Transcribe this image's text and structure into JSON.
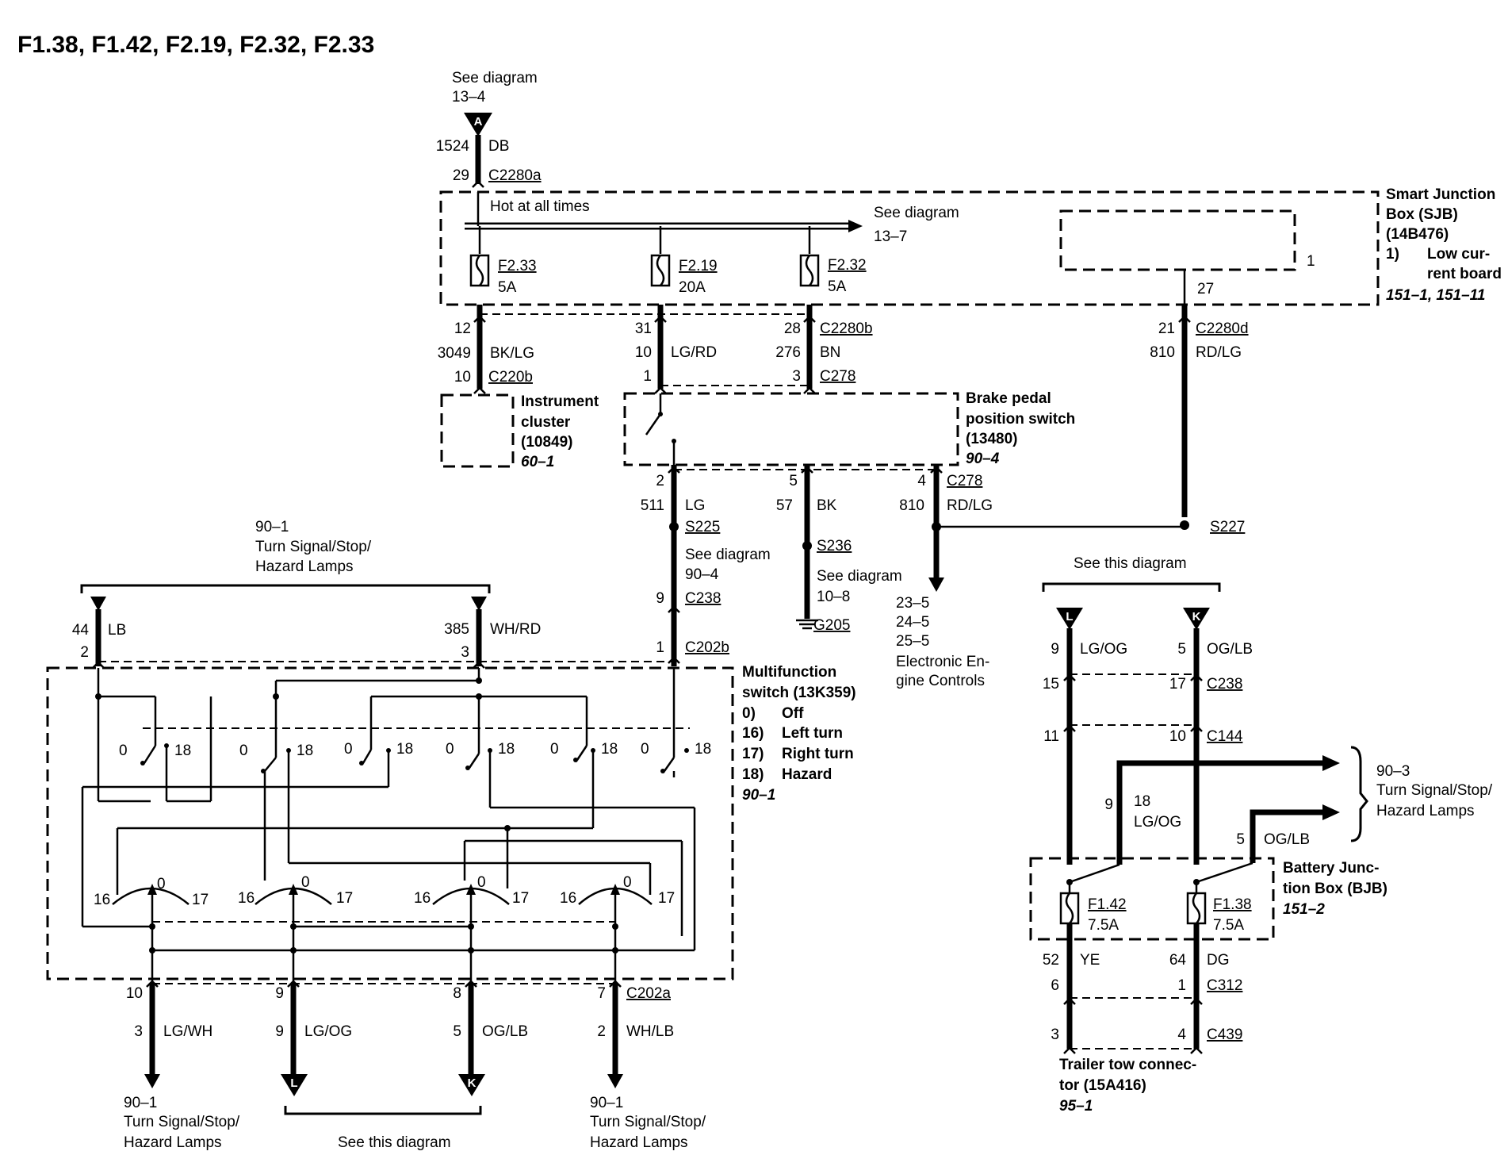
{
  "title": "F1.38, F1.42, F2.19, F2.32, F2.33",
  "top": {
    "see": "See diagram",
    "ref": "13–4",
    "arrow": "A",
    "circuit": "1524",
    "color": "DB",
    "pin": "29",
    "connector": "C2280a"
  },
  "sjb": {
    "hot": "Hot at all times",
    "see": "See diagram",
    "ref": "13–7",
    "name1": "Smart Junction",
    "name2": "Box (SJB)",
    "name3": "(14B476)",
    "note_num": "1)",
    "note1": "Low cur-",
    "note2": "rent board",
    "refs": "151–1, 151–11",
    "board_pin": "1",
    "pin27": "27"
  },
  "fuses": {
    "f233": {
      "name": "F2.33",
      "amp": "5A"
    },
    "f219": {
      "name": "F2.19",
      "amp": "20A"
    },
    "f232": {
      "name": "F2.32",
      "amp": "5A"
    }
  },
  "c2280": {
    "p12": "12",
    "p31": "31",
    "p28": "28",
    "b": "C2280b",
    "p21": "21",
    "d": "C2280d"
  },
  "wires": {
    "w3049": "3049",
    "bklg": "BK/LG",
    "w10": "10",
    "lgrd": "LG/RD",
    "w276": "276",
    "bn": "BN",
    "w810": "810",
    "rdlg": "RD/LG"
  },
  "c220": {
    "pin": "10",
    "name": "C220b"
  },
  "c278": {
    "p1": "1",
    "p3": "3",
    "name": "C278"
  },
  "cluster": {
    "l1": "Instrument",
    "l2": "cluster",
    "l3": "(10849)",
    "ref": "60–1"
  },
  "brake": {
    "l1": "Brake pedal",
    "l2": "position switch",
    "l3": "(13480)",
    "ref": "90–4"
  },
  "below_brake": {
    "p2": "2",
    "p5": "5",
    "p4": "4",
    "conn": "C278",
    "w511": "511",
    "lg": "LG",
    "w57": "57",
    "bk": "BK",
    "w810": "810",
    "rdlg": "RD/LG",
    "s225": "S225",
    "see1": "See diagram",
    "ref1": "90–4",
    "s236": "S236",
    "see2": "See diagram",
    "ref2": "10–8",
    "g205": "G205",
    "s227": "S227",
    "p9": "9",
    "c238": "C238",
    "p1": "1",
    "c202b": "C202b",
    "eec": [
      "23–5",
      "24–5",
      "25–5",
      "Electronic En-",
      "gine Controls"
    ]
  },
  "left_top": {
    "ref": "90–1",
    "l1": "Turn Signal/Stop/",
    "l2": "Hazard Lamps",
    "w44": "44",
    "lb": "LB",
    "p2": "2",
    "w385": "385",
    "whrd": "WH/RD",
    "p3": "3"
  },
  "mfs": {
    "l1": "Multifunction",
    "l2": "switch (13K359)",
    "legend": [
      {
        "k": "0)",
        "v": "Off"
      },
      {
        "k": "16)",
        "v": "Left turn"
      },
      {
        "k": "17)",
        "v": "Right turn"
      },
      {
        "k": "18)",
        "v": "Hazard"
      }
    ],
    "ref": "90–1",
    "zero": "0",
    "eighteen": "18",
    "sixteen": "16",
    "seventeen": "17"
  },
  "bottom": {
    "c202a": "C202a",
    "pins": [
      "10",
      "9",
      "8",
      "7"
    ],
    "circ": [
      "3",
      "9",
      "5",
      "2"
    ],
    "colors": [
      "LG/WH",
      "LG/OG",
      "OG/LB",
      "WH/LB"
    ],
    "arrow_l": "L",
    "arrow_k": "K",
    "ref": "90–1",
    "l1": "Turn Signal/Stop/",
    "l2": "Hazard Lamps",
    "see": "See this diagram"
  },
  "right": {
    "see": "See this diagram",
    "arrow_l": "L",
    "arrow_k": "K",
    "w9": "9",
    "lgog": "LG/OG",
    "w5": "5",
    "oglb": "OG/LB",
    "p15": "15",
    "p17": "17",
    "c238": "C238",
    "p11": "11",
    "p10": "10",
    "c144": "C144",
    "b9": "9",
    "b18": "18",
    "blgog": "LG/OG",
    "b5": "5",
    "boglb": "OG/LB",
    "out_ref": "90–3",
    "out1": "Turn Signal/Stop/",
    "out2": "Hazard Lamps",
    "bjb1": "Battery Junc-",
    "bjb2": "tion Box (BJB)",
    "bjb_ref": "151–2",
    "f142": "F1.42",
    "f142a": "7.5A",
    "f138": "F1.38",
    "f138a": "7.5A",
    "w52": "52",
    "ye": "YE",
    "w64": "64",
    "dg": "DG",
    "p6": "6",
    "p1": "1",
    "c312": "C312",
    "p3": "3",
    "p4": "4",
    "c439": "C439",
    "tt1": "Trailer tow connec-",
    "tt2": "tor (15A416)",
    "tt_ref": "95–1"
  }
}
